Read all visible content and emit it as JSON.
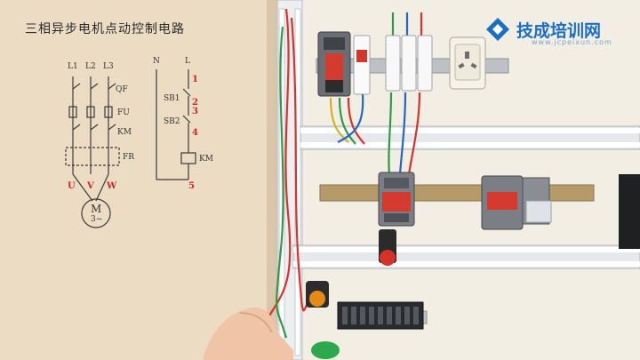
{
  "diagram": {
    "title": "三相异步电机点动控制电路",
    "phase_labels": [
      "L1",
      "L2",
      "L3"
    ],
    "component_labels": {
      "breaker": "QF",
      "fuse": "FU",
      "contactor": "KM",
      "relay": "FR",
      "motor_top": "M",
      "motor_bottom": "3~"
    },
    "control_labels": {
      "n": "N",
      "l": "L",
      "sb1": "SB1",
      "sb2": "SB2",
      "coil": "KM"
    },
    "node_numbers": [
      "1",
      "2",
      "3",
      "4",
      "5"
    ],
    "phase_markers": [
      "U",
      "V",
      "W"
    ]
  },
  "logo": {
    "text": "技成培训网",
    "url": "www.jcpeixun.com",
    "color": "#1b6fc2"
  },
  "colors": {
    "wire_red": "#d8322b",
    "wire_yellow": "#d8b21d",
    "wire_green": "#2f9a46",
    "wire_blue": "#2464c2",
    "rail": "#a9aeb4",
    "panel": "#f2ede3"
  }
}
